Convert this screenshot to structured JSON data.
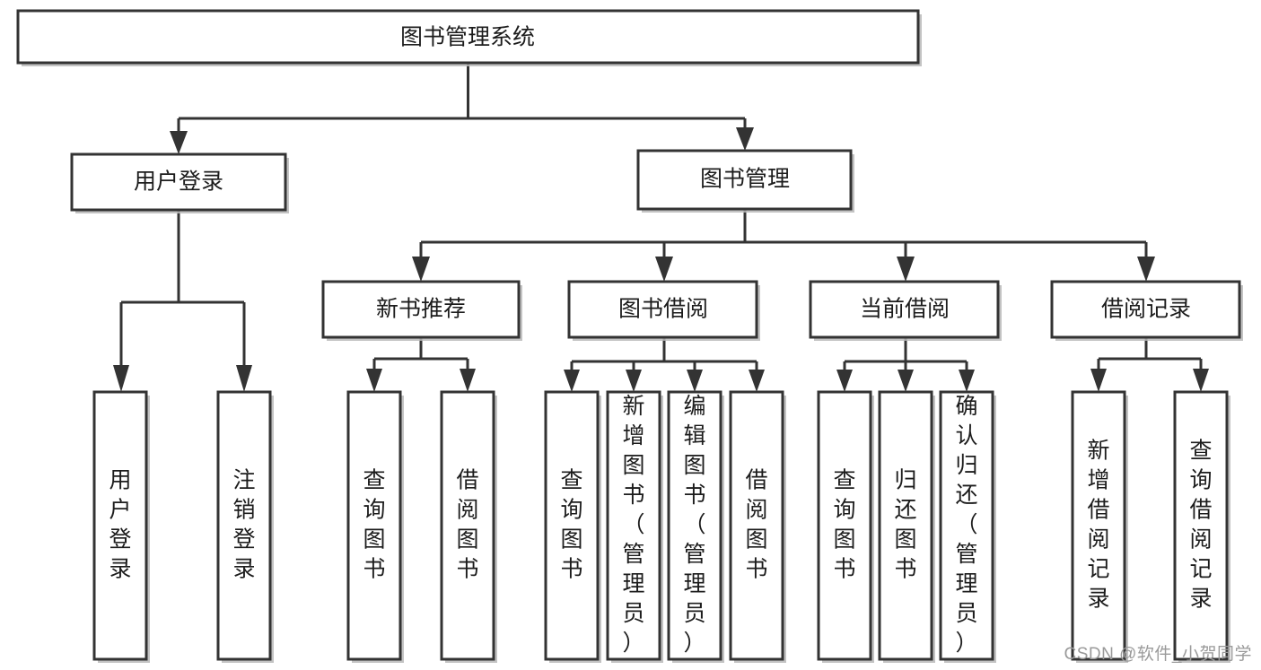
{
  "diagram": {
    "title": "图书管理系统",
    "type": "hierarchy-tree",
    "orientation": "top-down",
    "colors": {
      "box_fill": "#ffffff",
      "box_stroke": "#333333",
      "connector": "#333333",
      "text": "#1c1c1c",
      "watermark": "#9a9a9a",
      "background": "#ffffff"
    },
    "root": {
      "label": "图书管理系统",
      "orientation": "horizontal"
    },
    "level2": [
      {
        "label": "用户登录",
        "orientation": "horizontal"
      },
      {
        "label": "图书管理",
        "orientation": "horizontal"
      }
    ],
    "level3": [
      {
        "label": "新书推荐",
        "orientation": "horizontal"
      },
      {
        "label": "图书借阅",
        "orientation": "horizontal"
      },
      {
        "label": "当前借阅",
        "orientation": "horizontal"
      },
      {
        "label": "借阅记录",
        "orientation": "horizontal"
      }
    ],
    "leaves": {
      "user_login": [
        {
          "label": "用户登录",
          "orientation": "vertical"
        },
        {
          "label": "注销登录",
          "orientation": "vertical"
        }
      ],
      "new_book_recommend": [
        {
          "label": "查询图书",
          "orientation": "vertical"
        },
        {
          "label": "借阅图书",
          "orientation": "vertical"
        }
      ],
      "book_borrow": [
        {
          "label": "查询图书",
          "orientation": "vertical"
        },
        {
          "label": "新增图书（管理员）",
          "orientation": "vertical"
        },
        {
          "label": "编辑图书（管理员）",
          "orientation": "vertical"
        },
        {
          "label": "借阅图书",
          "orientation": "vertical"
        }
      ],
      "current_borrow": [
        {
          "label": "查询图书",
          "orientation": "vertical"
        },
        {
          "label": "归还图书",
          "orientation": "vertical"
        },
        {
          "label": "确认归还（管理员）",
          "orientation": "vertical"
        }
      ],
      "borrow_record": [
        {
          "label": "新增借阅记录",
          "orientation": "vertical"
        },
        {
          "label": "查询借阅记录",
          "orientation": "vertical"
        }
      ]
    }
  },
  "watermark": {
    "text": "CSDN @软件_小贺同学"
  }
}
